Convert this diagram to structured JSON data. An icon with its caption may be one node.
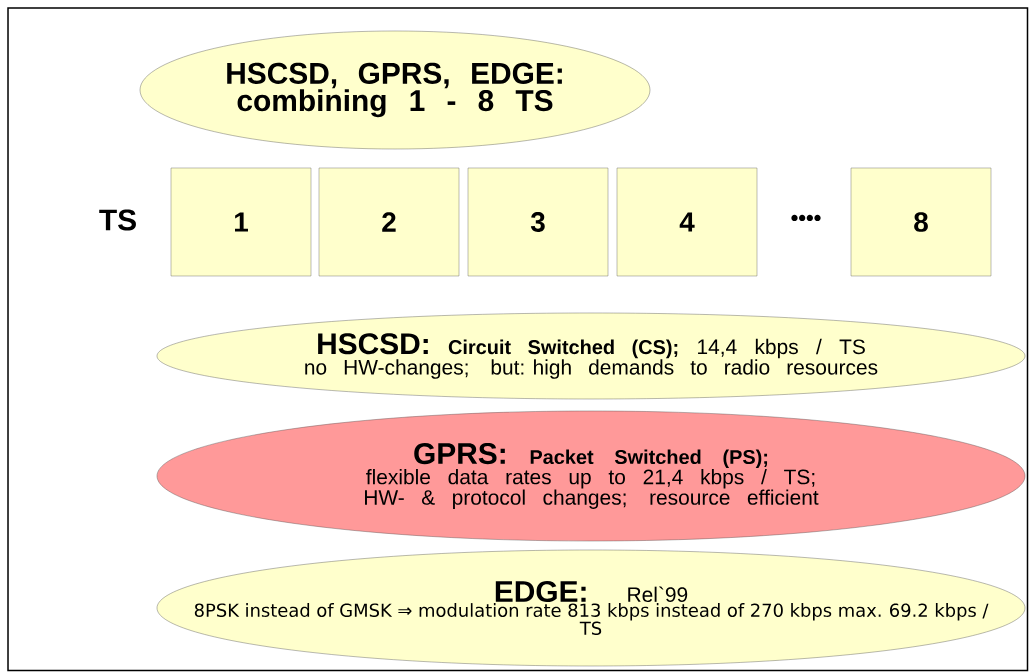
{
  "diagram": {
    "nodes": [
      {
        "text": [
          "HSCSD, GPRS, EDGE: combining 1 - 8 TS"
        ]
      },
      {
        "text": [
          "1"
        ]
      },
      {
        "text": [
          "2"
        ]
      },
      {
        "text": [
          "3"
        ]
      },
      {
        "text": [
          "4"
        ]
      },
      {
        "text": [
          "8"
        ]
      },
      {
        "text": [
          "HSCSD:",
          "Circuit Switched (CS);",
          "14,4 kbps  / TS",
          "no HW-changes; but: high demands to radio resources"
        ]
      },
      {
        "text": [
          "GPRS:",
          "Packet Switched (PS);",
          "flexible data rates up to 21,4 kbps / TS; HW- & protocol changes; resource efficient"
        ]
      },
      {
        "text": [
          "EDGE:",
          "Rel`99",
          "8PSK instead of GMSK ⇒ modulation rate 813 kbps instead of 270 kbps max. 69.2 kbps / TS"
        ]
      }
    ],
    "labels": [
      "TS",
      "••••"
    ]
  }
}
